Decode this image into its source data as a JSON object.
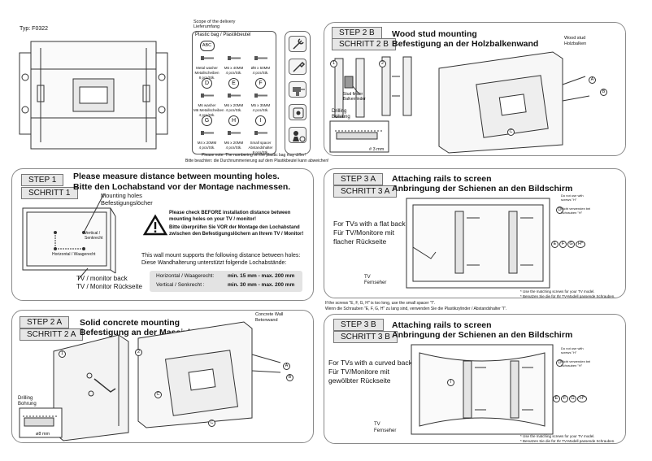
{
  "type_label": "Typ: F0322",
  "scope": {
    "title_en": "Scope of the delivery",
    "title_de": "Lieferumfang",
    "bag_label": "Plastic bag / Plastikbeutel",
    "items": [
      {
        "letter": "ABC",
        "name": "Metal washer",
        "name_de": "Metallscheiben",
        "qty": "8 pcs/Stk."
      },
      {
        "letter": "",
        "name": "M6 x 40MM",
        "qty": "4 pcs/Stk."
      },
      {
        "letter": "",
        "name": "Ø8 x 50MM",
        "qty": "4 pcs/Stk."
      },
      {
        "letter": "D",
        "name": "M6 washer",
        "name_de": "M6 Metallscheiben",
        "qty": "4 pcs/Stk."
      },
      {
        "letter": "E",
        "name": "M6 x 20MM",
        "qty": "4 pcs/Stk."
      },
      {
        "letter": "F",
        "name": "M5 x 35MM",
        "qty": "4 pcs/Stk."
      },
      {
        "letter": "G",
        "name": "M4 x 20MM",
        "qty": "4 pcs/Stk."
      },
      {
        "letter": "H",
        "name": "M6 x 20MM",
        "qty": "4 pcs/Stk."
      },
      {
        "letter": "I",
        "name": "Small spacer",
        "name_de": "Abstandshalter",
        "qty": "8 pcs/Stk."
      }
    ],
    "note_en": "Please note: The numbering on the plastic bag may differ!",
    "note_de": "Bitte beachten: die Durchnummerierung auf dem Plastikbeutel kann abweichen!"
  },
  "step1": {
    "tag": "STEP   1",
    "tag_de": "SCHRITT 1",
    "title_en": "Please measure distance between mounting holes.",
    "title_de": "Bitte den Lochabstand vor der Montage nachmessen.",
    "holes_en": "Mounting holes",
    "holes_de": "Befestigungslöcher",
    "vertical": "Vertical / Senkrecht",
    "horizontal": "Horizontal / Waagerecht",
    "tv_back_en": "TV / monitor back",
    "tv_back_de": "TV / Monitor Rückseite",
    "warn_en": "Please check BEFORE installation distance between mounting holes on your TV / monitor!",
    "warn_de": "Bitte überprüfen Sie VOR der Montage den Lochabstand zwischen den Befestigungslöchern an Ihrem TV / Monitor!",
    "supports_en": "This wall mount supports the following distance between holes:",
    "supports_de": "Diese Wandhalterung unterstützt folgende Lochabstände:",
    "row1_label": "Horizontal / Waagerecht:",
    "row1_value": "min.  15 mm  - max. 200 mm",
    "row2_label": "Vertical / Senkrecht :",
    "row2_value": "min.  30 mm  - max. 200 mm"
  },
  "step2a": {
    "tag": "STEP  2 A",
    "tag_de": "SCHRITT 2 A",
    "title_en": "Solid concrete mounting",
    "title_de": "Befestigung an der Massivbetonwand",
    "wall_en": "Concrete Wall",
    "wall_de": "Betonwand",
    "drilling_en": "Drilling",
    "drilling_de": "Bohrung",
    "dim": "ø8    mm"
  },
  "step2b": {
    "tag": "STEP  2 B",
    "tag_de": "SCHRITT 2 B",
    "title_en": "Wood stud mounting",
    "title_de": "Befestigung an der Holzbalkenwand",
    "stud_en": "Wood stud",
    "stud_de": "Holzbalken",
    "finder_en": "Stud finder",
    "finder_de": "Balkenfinder",
    "drilling_en": "Drilling",
    "drilling_de": "Bohrung",
    "dim": "# 3 mm"
  },
  "step3a": {
    "tag": "STEP  3 A",
    "tag_de": "SCHRITT 3 A",
    "title_en": "Attaching rails to screen",
    "title_de": "Anbringung der Schienen an den Bildschirm",
    "desc1": "For TVs with a flat back",
    "desc2": "Für TV/Monitore mit",
    "desc3": "flacher Rückseite",
    "tv_en": "TV",
    "tv_de": "Fernseher",
    "not_use_en": "Do not use with screws \"H\"",
    "not_use_de": "Nicht verwenden bei Schrauben \"H\"",
    "note_en": "* Use the matching screws for your TV model.",
    "note_de": "* Benutzen Sie die für Ihr TV-Modell passende Schrauben.",
    "screw_letters": [
      "E",
      "F",
      "G",
      "H*"
    ]
  },
  "spacer_note_en": "If the screws \"E, F, G, H\" is too long, use the small spacer \"I\".",
  "spacer_note_de": "Wenn die Schrauben \"E, F, G, H\" zu lang sind, verwenden Sie die Plastikzylinder / Abstandshalter \"I\".",
  "step3b": {
    "tag": "STEP  3 B",
    "tag_de": "SCHRITT 3 B",
    "title_en": "Attaching rails to screen",
    "title_de": "Anbringung der Schienen an den Bildschirm",
    "desc1": "For TVs with a curved back",
    "desc2": "Für TV/Monitore mit",
    "desc3": "gewölbter Rückseite",
    "tv_en": "TV",
    "tv_de": "Fernseher",
    "not_use_en": "Do not use with screws \"H\"",
    "not_use_de": "Nicht verwenden bei Schrauben \"H\"",
    "note_en": "* Use the matching screws for your TV model.",
    "note_de": "* Benutzen Sie die für Ihr TV-Modell passende Schrauben.",
    "screw_letters": [
      "E",
      "F",
      "G",
      "H*"
    ]
  },
  "icons": [
    "wrench-icon",
    "screwdriver-icon",
    "drill-icon",
    "stud-finder-icon",
    "level-icon"
  ]
}
